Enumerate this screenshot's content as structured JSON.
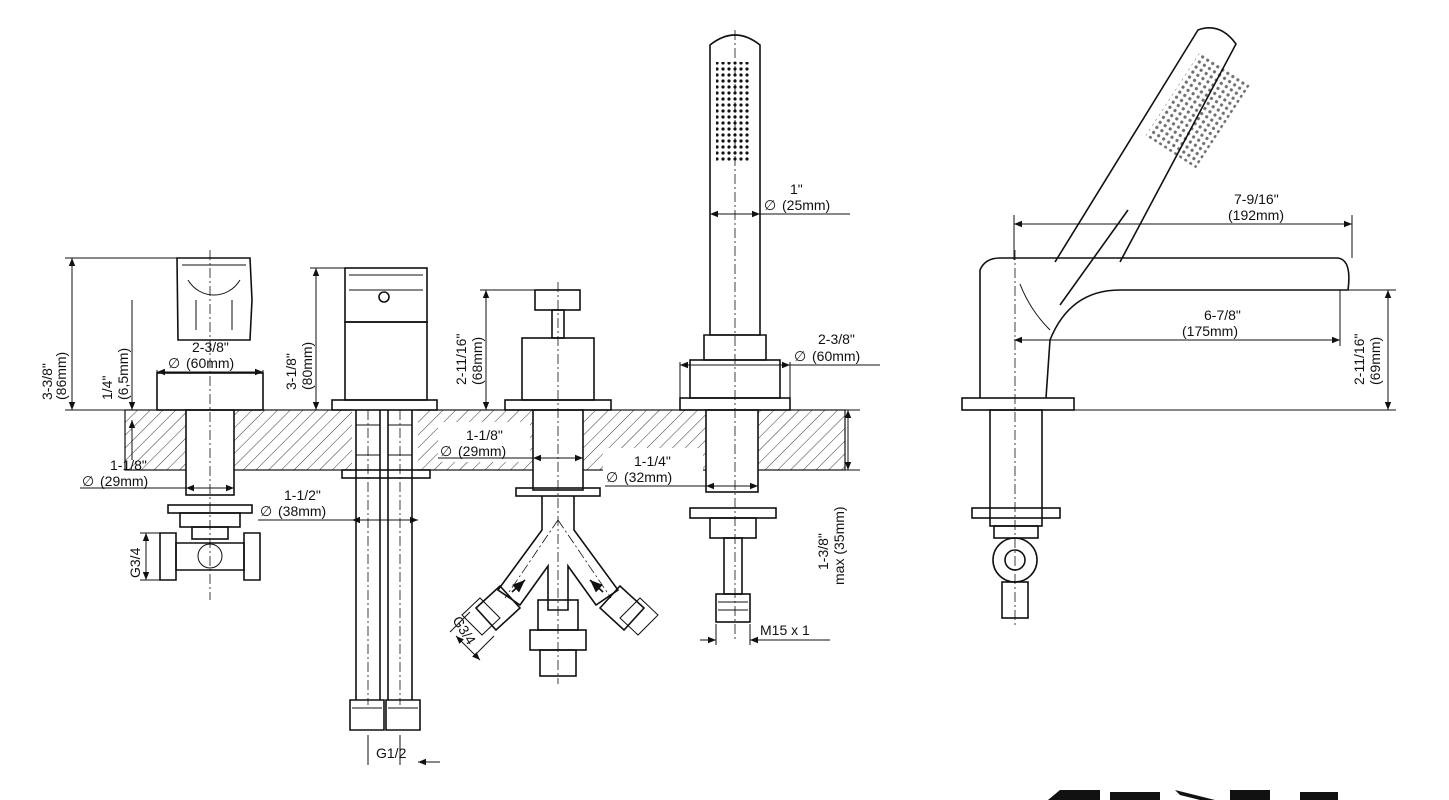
{
  "dimensions": {
    "valve_height": "3-3/8\"",
    "valve_height_mm": "(86mm)",
    "escutcheon_height": "1/4\"",
    "escutcheon_height_mm": "(6,5mm)",
    "valve_flange": "2-3/8\"",
    "valve_flange_mm": "(60mm)",
    "valve_shank": "1-1/8\"",
    "valve_shank_mm": "(29mm)",
    "mixer_height": "3-1/8\"",
    "mixer_height_mm": "(80mm)",
    "mixer_shank": "1-1/2\"",
    "mixer_shank_mm": "(38mm)",
    "diverter_height": "2-11/16\"",
    "diverter_height_mm": "(68mm)",
    "diverter_shank": "1-1/8\"",
    "diverter_shank_mm": "(29mm)",
    "hand_shower_dia": "1\"",
    "hand_shower_dia_mm": "(25mm)",
    "holder_flange": "2-3/8\"",
    "holder_flange_mm": "(60mm)",
    "holder_shank": "1-1/4\"",
    "holder_shank_mm": "(32mm)",
    "deck_max": "1-3/8\"",
    "deck_max_mm": "max (35mm)",
    "spout_length": "7-9/16\"",
    "spout_length_mm": "(192mm)",
    "spout_reach": "6-7/8\"",
    "spout_reach_mm": "(175mm)",
    "spout_height": "2-11/16\"",
    "spout_height_mm": "(69mm)"
  },
  "threads": {
    "valve_inlet": "G3/4",
    "diverter_inlet": "G3/4",
    "hose_outlet": "M15 x 1",
    "mixer_outlet": "G1/2"
  },
  "symbols": {
    "diameter": "∅"
  }
}
